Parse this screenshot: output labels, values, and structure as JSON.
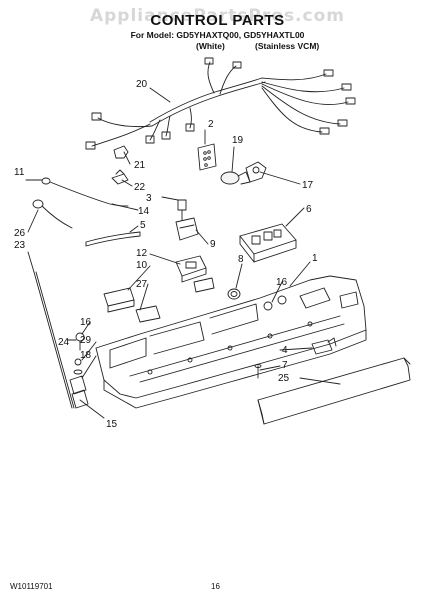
{
  "watermark": "AppliancePartsPros.com",
  "title": "CONTROL PARTS",
  "model_line": "For Model: GD5YHAXTQ00, GD5YHAXTL00",
  "variants": {
    "white": "(White)",
    "stainless": "(Stainless VCM)"
  },
  "footer": {
    "doc_number": "W10119701",
    "page": "16"
  },
  "callouts": [
    {
      "id": "c20",
      "label": "20"
    },
    {
      "id": "c2",
      "label": "2"
    },
    {
      "id": "c19",
      "label": "19"
    },
    {
      "id": "c21",
      "label": "21"
    },
    {
      "id": "c17",
      "label": "17"
    },
    {
      "id": "c11",
      "label": "11"
    },
    {
      "id": "c22",
      "label": "22"
    },
    {
      "id": "c3",
      "label": "3"
    },
    {
      "id": "c14",
      "label": "14"
    },
    {
      "id": "c6",
      "label": "6"
    },
    {
      "id": "c5",
      "label": "5"
    },
    {
      "id": "c26",
      "label": "26"
    },
    {
      "id": "c23",
      "label": "23"
    },
    {
      "id": "c9",
      "label": "9"
    },
    {
      "id": "c12",
      "label": "12"
    },
    {
      "id": "c10",
      "label": "10"
    },
    {
      "id": "c8",
      "label": "8"
    },
    {
      "id": "c1",
      "label": "1"
    },
    {
      "id": "c16a",
      "label": "16"
    },
    {
      "id": "c27",
      "label": "27"
    },
    {
      "id": "c16b",
      "label": "16"
    },
    {
      "id": "c24",
      "label": "24"
    },
    {
      "id": "c29",
      "label": "29"
    },
    {
      "id": "c18",
      "label": "18"
    },
    {
      "id": "c4",
      "label": "4"
    },
    {
      "id": "c7",
      "label": "7"
    },
    {
      "id": "c25",
      "label": "25"
    },
    {
      "id": "c15",
      "label": "15"
    }
  ]
}
